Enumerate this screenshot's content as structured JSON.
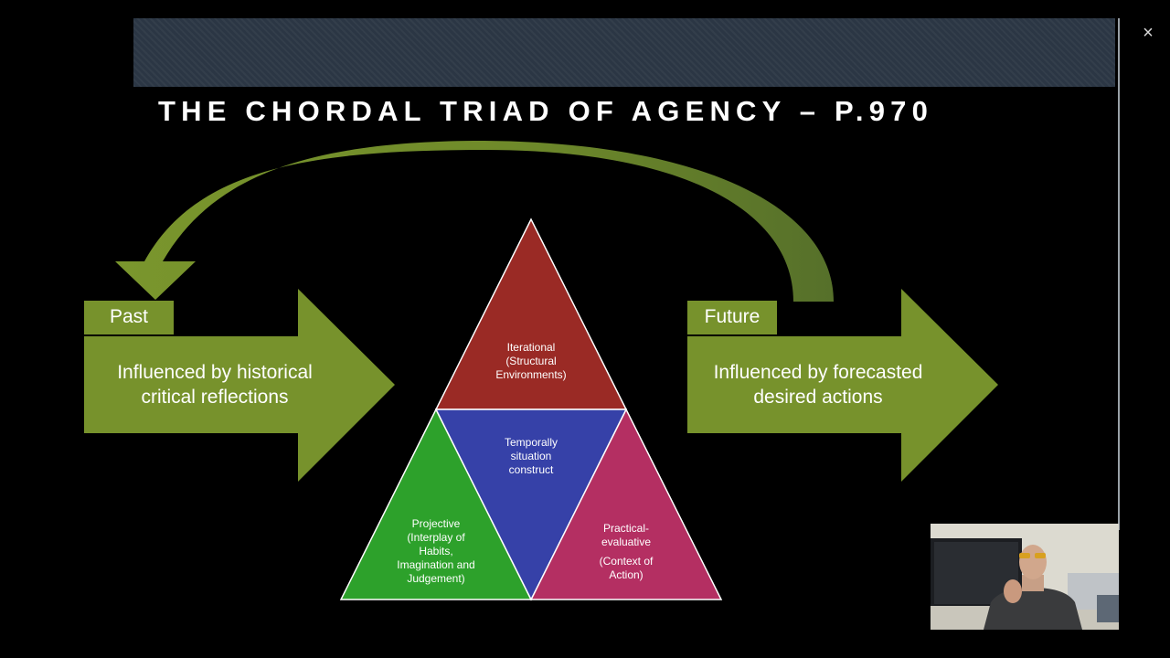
{
  "slide": {
    "title": "THE CHORDAL TRIAD OF AGENCY – P.970"
  },
  "diagram": {
    "past": {
      "label": "Past",
      "arrow_text_line1": "Influenced by historical",
      "arrow_text_line2": "critical reflections"
    },
    "future": {
      "label": "Future",
      "arrow_text_line1": "Influenced by forecasted",
      "arrow_text_line2": "desired actions"
    },
    "triangle": {
      "top": [
        "Iterational",
        "(Structural",
        "Environments)"
      ],
      "center": [
        "Temporally",
        "situation",
        "construct"
      ],
      "left": [
        "Projective",
        "(Interplay of",
        "Habits,",
        "Imagination and",
        "Judgement)"
      ],
      "right": [
        "Practical-",
        "evaluative",
        "",
        "(Context of",
        "Action)"
      ]
    }
  },
  "colors": {
    "arrow_green": "#77922c",
    "top_red": "#9a2a25",
    "center_blue": "#3641a8",
    "left_green": "#2da12b",
    "right_magenta": "#b42f62"
  },
  "window": {
    "close_icon": "×"
  }
}
